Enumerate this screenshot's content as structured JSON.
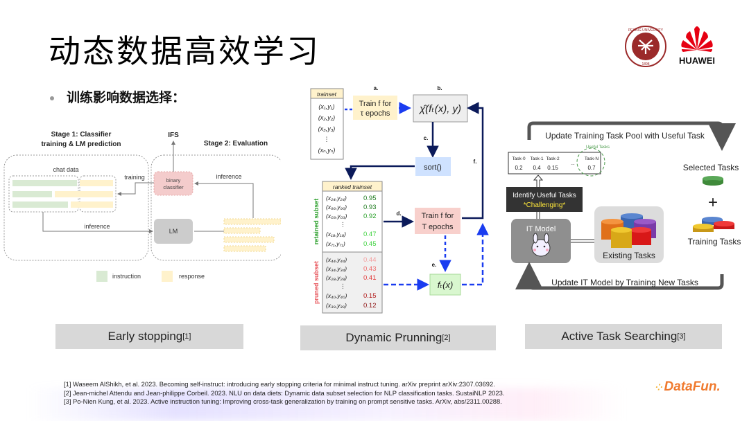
{
  "slide": {
    "title": "动态数据高效学习",
    "bullet": "训练影响数据选择："
  },
  "logos": {
    "pku_text": "PEKING UNIVERSITY",
    "pku_year": "1898",
    "huawei_text": "HUAWEI"
  },
  "fig1": {
    "stage1_title_line1": "Stage 1: Classifier",
    "stage1_title_line2": "training & LM prediction",
    "stage2_title": "Stage 2: Evaluation",
    "ifs_label": "IFS",
    "chat_data_label": "chat data",
    "training_label": "training",
    "inference_top_label": "inference",
    "inference_bottom_label": "inference",
    "classifier_line1": "binary",
    "classifier_line2": "classifier",
    "lm_label": "LM",
    "legend_instruction": "instruction",
    "legend_response": "response",
    "colors": {
      "instruction": "#d9ead3",
      "response": "#fff2cc",
      "classifier": "#f4cccc",
      "lm": "#cccccc"
    }
  },
  "fig2": {
    "trainset_header": "trainset",
    "trainset_rows": [
      "(x₁,y₁)",
      "(x₂,y₂)",
      "(x₃,y₃)",
      "⋮",
      "(xₙ,yₙ)"
    ],
    "step_a": "a.",
    "step_b": "b.",
    "step_c": "c.",
    "step_d": "d.",
    "step_e": "e.",
    "step_f": "f.",
    "train_tau_line1": "Train f for",
    "train_tau_line2": "τ epochs",
    "chi_formula": "χ̂(fₜ(x), y)",
    "sort_label": "sort()",
    "ranked_header": "ranked trainset",
    "retained_label": "retained subset",
    "pruned_label": "pruned subset",
    "retained_rows": [
      {
        "pair": "(x₂₄,y₂₄)",
        "score": "0.95"
      },
      {
        "pair": "(x₉₆,y₉₆)",
        "score": "0.93"
      },
      {
        "pair": "(x₀₃,y₀₃)",
        "score": "0.92"
      },
      {
        "pair": "⋮",
        "score": ""
      },
      {
        "pair": "(x₁₈,y₁₈)",
        "score": "0.47"
      },
      {
        "pair": "(x₇₁,y₇₁)",
        "score": "0.45"
      }
    ],
    "pruned_rows": [
      {
        "pair": "(x₄₄,y₄₄)",
        "score": "0.44"
      },
      {
        "pair": "(x₃₄,y₃₄)",
        "score": "0.43"
      },
      {
        "pair": "(x₂₈,y₂₈)",
        "score": "0.41"
      },
      {
        "pair": "⋮",
        "score": ""
      },
      {
        "pair": "(x₄₀,y₄₀)",
        "score": "0.15"
      },
      {
        "pair": "(x₃₉,y₃₉)",
        "score": "0.12"
      }
    ],
    "train_T_line1": "Train f for",
    "train_T_line2": "T epochs",
    "ft_label": "fₜ(x)"
  },
  "fig3": {
    "top_loop_label": "Update Training Task Pool with Useful Task",
    "bottom_loop_label": "Update IT Model by Training New Tasks",
    "useful_tasks_label": "Useful Tasks",
    "tasks": [
      {
        "name": "Task-0",
        "score": "0.2"
      },
      {
        "name": "Task-1",
        "score": "0.4"
      },
      {
        "name": "Task-2",
        "score": "0.15"
      },
      {
        "name": "...",
        "score": ""
      },
      {
        "name": "Task-N",
        "score": "0.7"
      }
    ],
    "identify_line1": "Identify Useful Tasks",
    "identify_line2": "*Challenging*",
    "it_model_label": "IT Model",
    "existing_tasks_label": "Existing Tasks",
    "selected_tasks_label": "Selected Tasks",
    "plus_label": "+",
    "training_tasks_label": "Training Tasks"
  },
  "captions": [
    {
      "text": "Early stopping",
      "ref": "[1]"
    },
    {
      "text": "Dynamic Prunning",
      "ref": "[2]"
    },
    {
      "text": "Active Task Searching",
      "ref": "[3]"
    }
  ],
  "references": [
    "[1] Waseem AlShikh, et al. 2023. Becoming self-instruct: introducing early stopping criteria for minimal instruct tuning. arXiv preprint arXiv:2307.03692.",
    "[2] Jean-michel Attendu and Jean-philippe Corbeil. 2023. NLU on data diets: Dynamic data subset selection for NLP classification tasks. SustaiNLP 2023.",
    "[3] Po-Nien Kung, et al. 2023. Active instruction tuning: Improving cross-task generalization by training on prompt sensitive tasks. ArXiv, abs/2311.00288."
  ],
  "brand": {
    "datafun": "DataFun."
  }
}
